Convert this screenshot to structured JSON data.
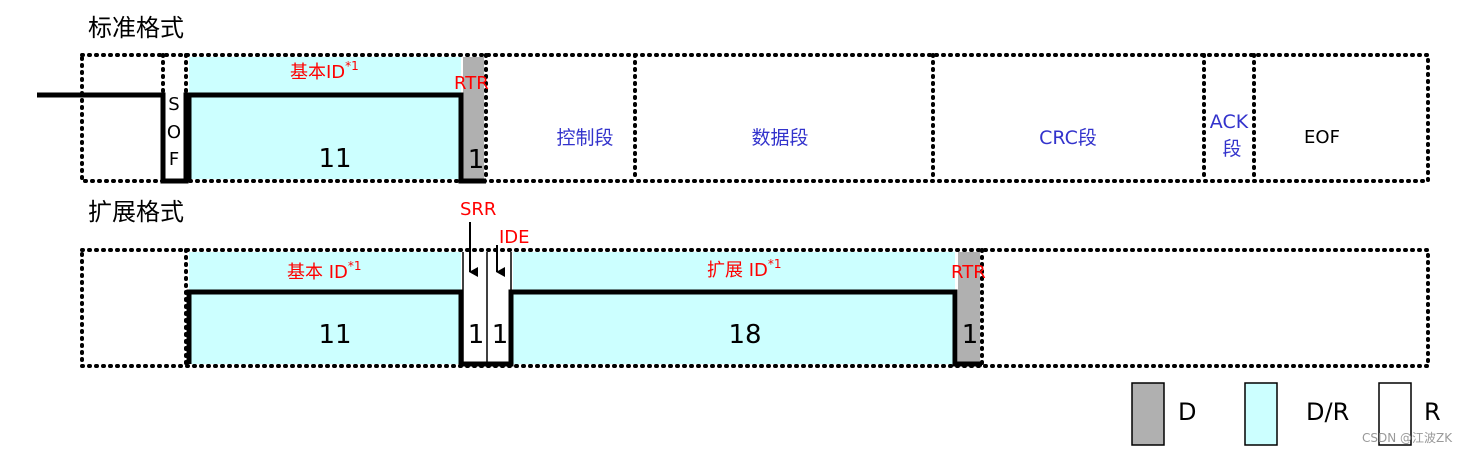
{
  "standard": {
    "title": "标准格式",
    "base_id_label": "基本ID",
    "superscript": "*1",
    "rtr_label": "RTR",
    "sof_letters": [
      "S",
      "O",
      "F"
    ],
    "base_id_bits": "11",
    "rtr_bits": "1",
    "control_label": "控制段",
    "data_label": "数据段",
    "crc_label": "CRC段",
    "ack_line1": "ACK",
    "ack_line2": "段",
    "eof_label": "EOF"
  },
  "extended": {
    "title": "扩展格式",
    "srr_label": "SRR",
    "ide_label": "IDE",
    "base_id_label": "基本 ID",
    "superscript": "*1",
    "ext_id_label": "扩展 ID",
    "rtr_label": "RTR",
    "base_id_bits": "11",
    "srr_bits": "1",
    "ide_bits": "1",
    "ext_id_bits": "18",
    "rtr_bits": "1"
  },
  "legend": {
    "dominant": "D",
    "dom_rec": "D/R",
    "recessive": "R"
  },
  "watermark": "CSDN @江波ZK",
  "colors": {
    "cyan": "#ccffff",
    "grey": "#b0b0b0",
    "red": "#ff0000",
    "blue": "#3333cc"
  }
}
